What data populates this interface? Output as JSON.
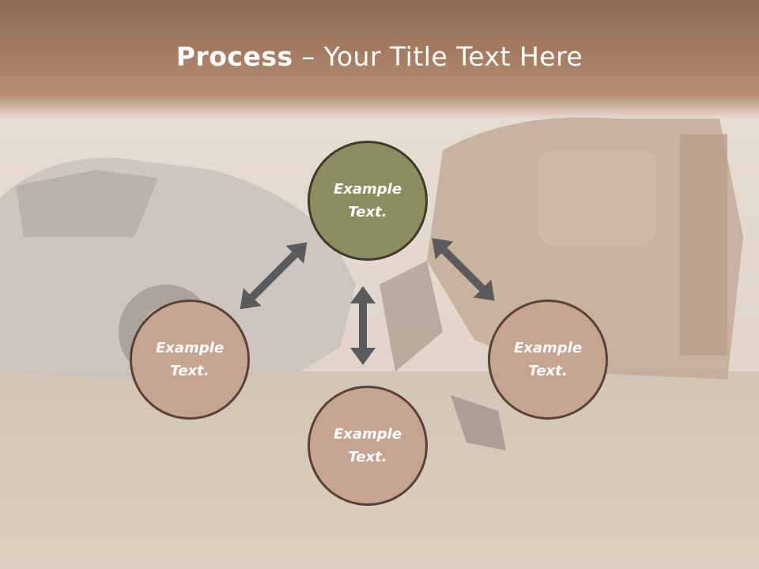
{
  "slide": {
    "title_bold": "Process",
    "title_rest": " – Your Title Text Here"
  },
  "nodes": [
    {
      "id": "top",
      "label": "Example\nText."
    },
    {
      "id": "left",
      "label": "Example\nText."
    },
    {
      "id": "right",
      "label": "Example\nText."
    },
    {
      "id": "bottom",
      "label": "Example\nText."
    }
  ],
  "colors": {
    "accent_node": "#8c8d5f",
    "plain_node": "#c5a591",
    "node_border": "#5a4236",
    "arrow": "#5b5b5b",
    "title_band": "#a47c62"
  }
}
